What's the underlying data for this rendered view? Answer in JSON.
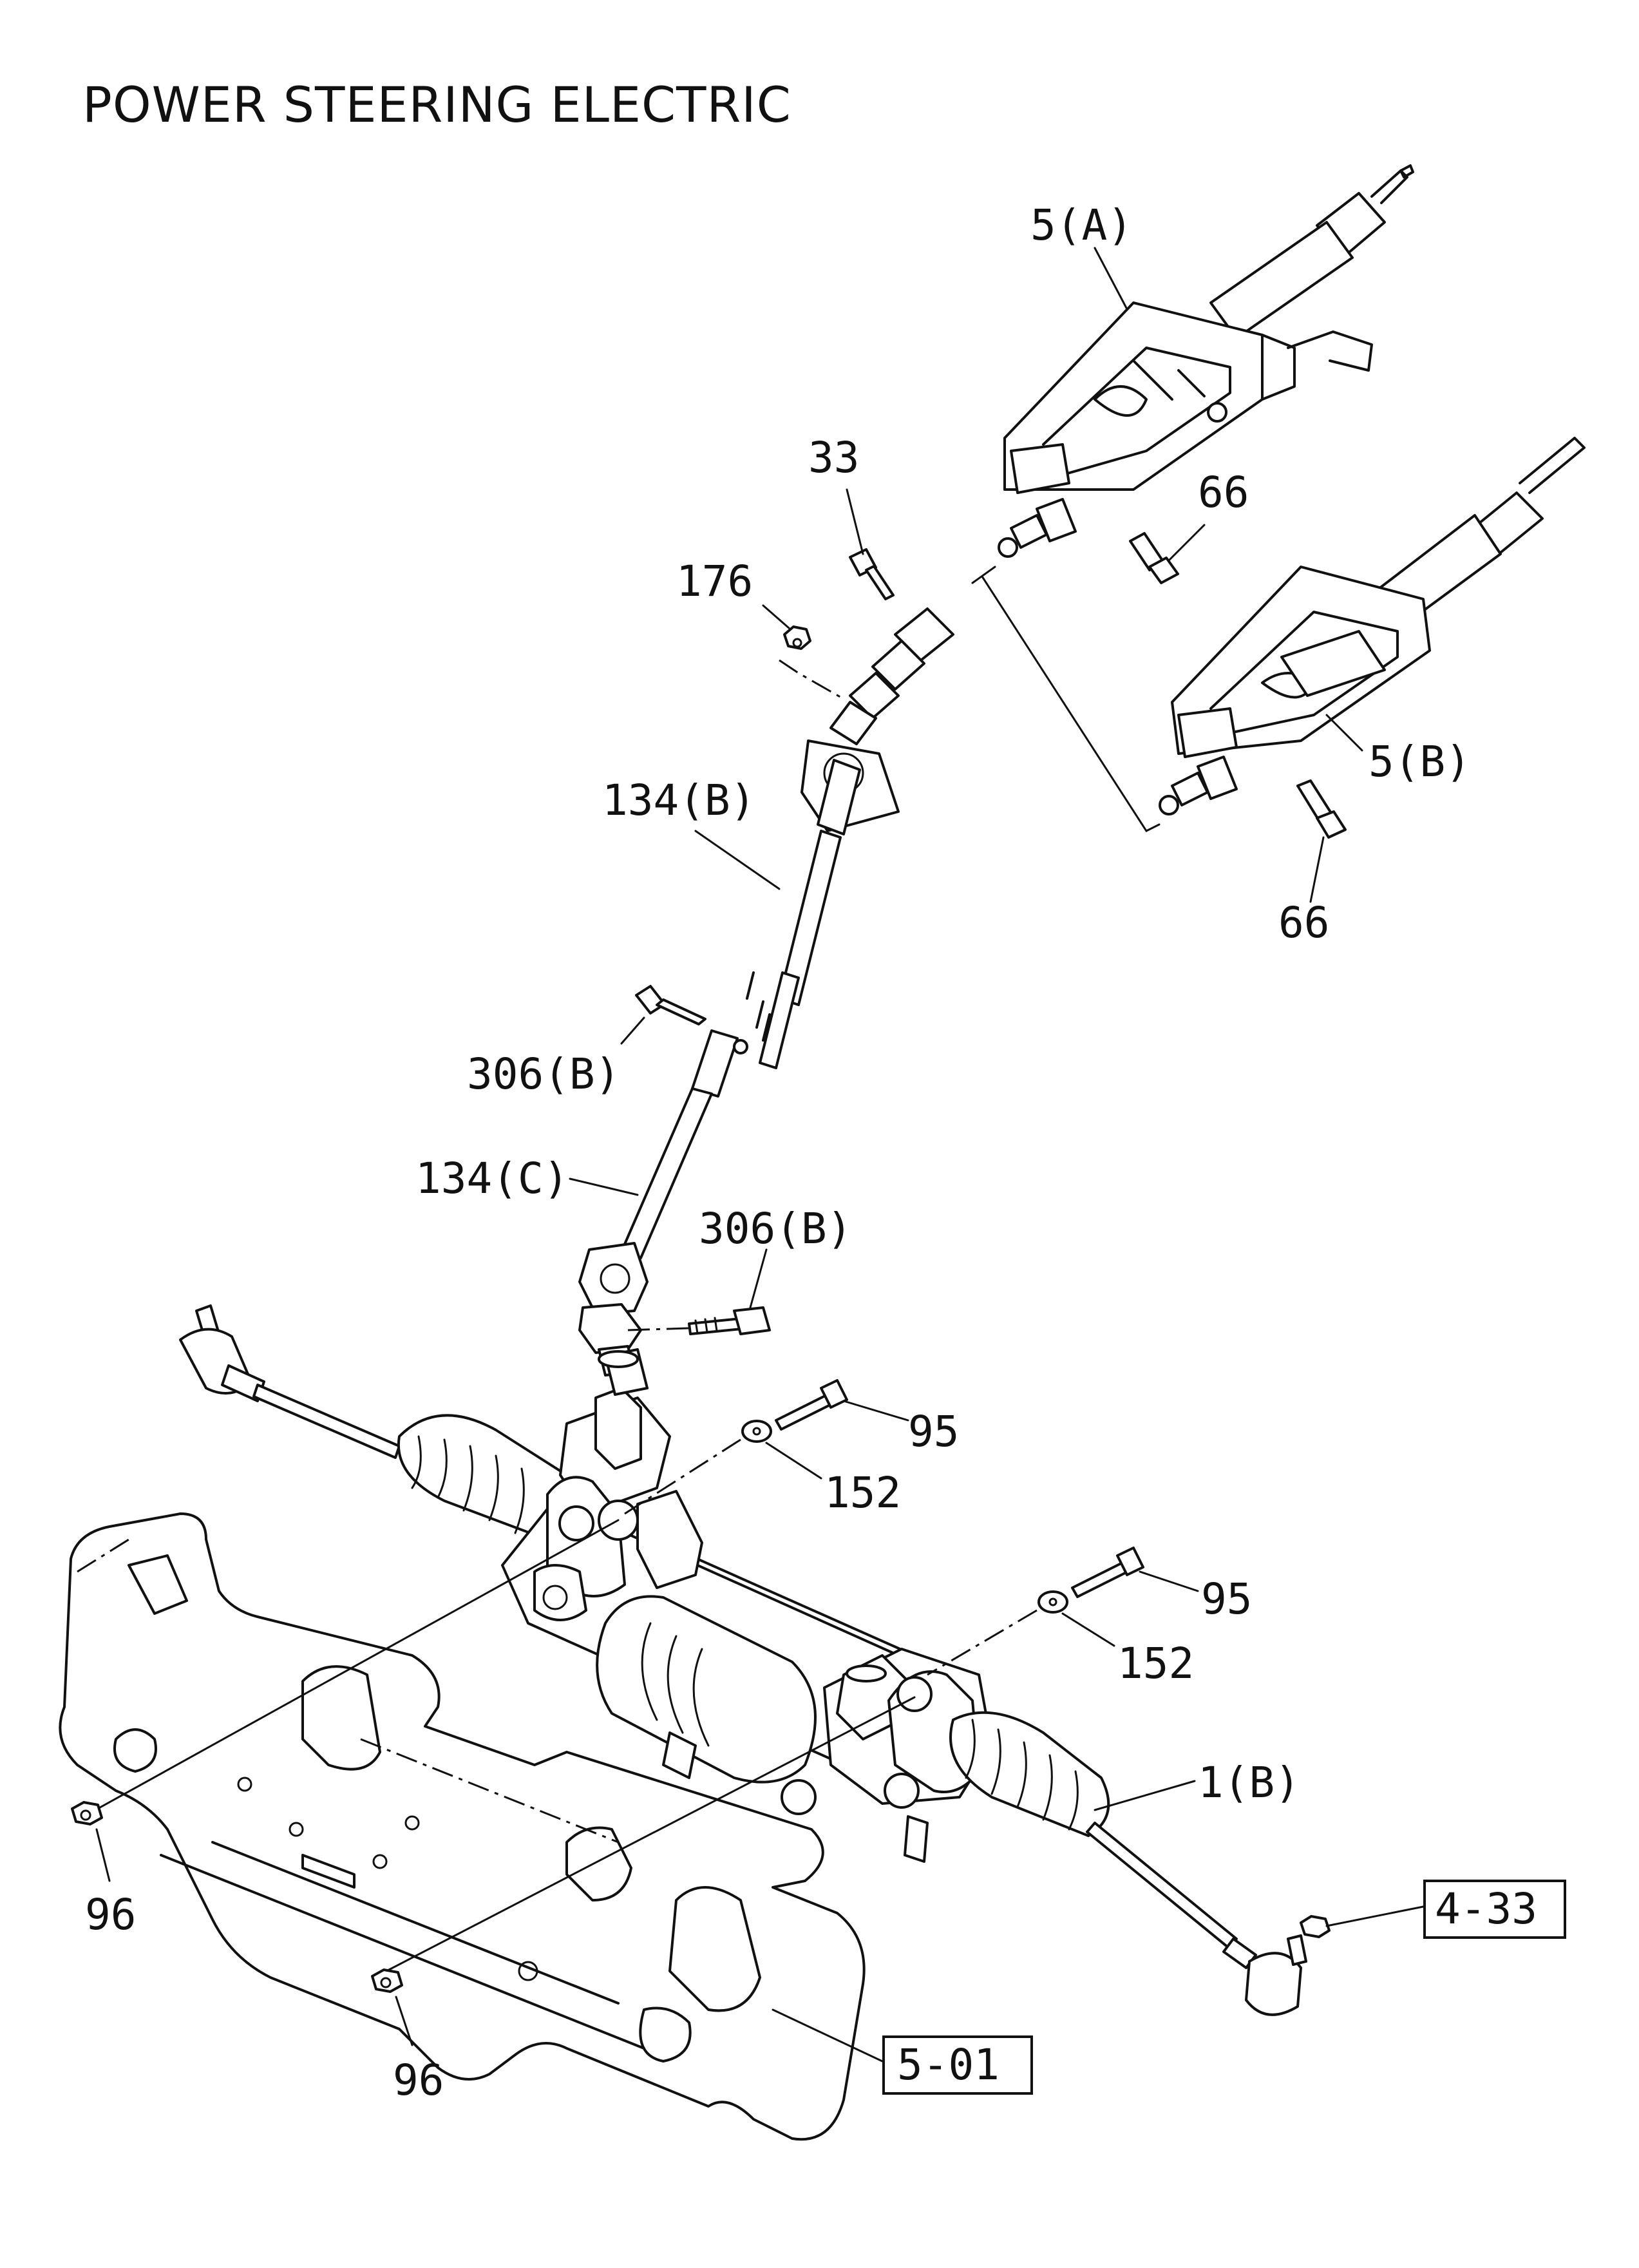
{
  "title": "POWER STEERING ELECTRIC",
  "labels": {
    "col_a": "5(A)",
    "col_b": "5(B)",
    "n33": "33",
    "n66_top": "66",
    "n66_bottom": "66",
    "n176": "176",
    "shaft_b": "134(B)",
    "bolt_306_top": "306(B)",
    "shaft_c": "134(C)",
    "bolt_306_bottom": "306(B)",
    "bolt_95_top": "95",
    "washer_152_top": "152",
    "bolt_95_bottom": "95",
    "washer_152_bottom": "152",
    "gear_1b": "1(B)",
    "nut_96_left": "96",
    "nut_96_bottom": "96"
  },
  "refs": {
    "ref_4_33": "4-33",
    "ref_5_01": "5-01"
  }
}
